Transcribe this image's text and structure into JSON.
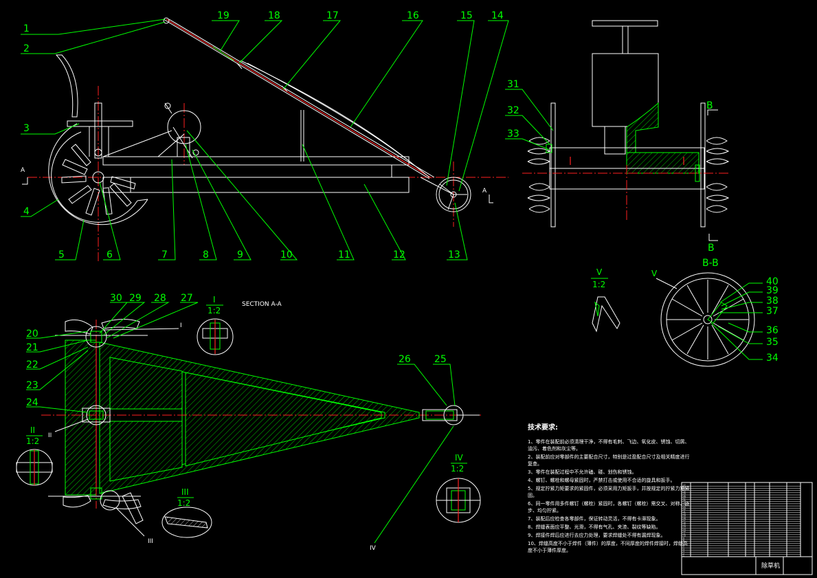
{
  "side_view": {
    "balloons": [
      "1",
      "2",
      "3",
      "4",
      "5",
      "6",
      "7",
      "8",
      "9",
      "10",
      "11",
      "12",
      "13",
      "14",
      "15",
      "16",
      "17",
      "18",
      "19"
    ],
    "section_mark_left": "A",
    "section_mark_right": "A"
  },
  "end_view": {
    "balloons": [
      "31",
      "32",
      "33"
    ],
    "section_top": "B",
    "section_bottom": "B"
  },
  "section_bb": {
    "title": "B-B",
    "view_mark": "V",
    "balloons": [
      "40",
      "39",
      "38",
      "37",
      "36",
      "35",
      "34"
    ]
  },
  "detail_v": {
    "label": "V",
    "scale": "1:2"
  },
  "plan_view": {
    "title": "SECTION A-A",
    "balloons": [
      "30",
      "29",
      "28",
      "27",
      "20",
      "21",
      "22",
      "23",
      "24",
      "26",
      "25"
    ],
    "view_marks": [
      "I",
      "II",
      "III",
      "IV"
    ]
  },
  "detail_i": {
    "label": "I",
    "scale": "1:2"
  },
  "detail_ii": {
    "label": "II",
    "scale": "1:2"
  },
  "detail_iii": {
    "label": "III",
    "scale": "1:2"
  },
  "detail_iv": {
    "label": "IV",
    "scale": "1:2"
  },
  "tech_req": {
    "title": "技术要求:",
    "items": [
      "1、零件在装配前必须清理干净，不得有毛刺、飞边、氧化皮、锈蚀、切屑、油污、着色剂和灰尘等。",
      "2、装配前应对零部件的主要配合尺寸，特别是过盈配合尺寸及相关精度进行复查。",
      "3、零件在装配过程中不允许磕、碰、划伤和锈蚀。",
      "4、螺钉、螺栓和螺母紧固时，严禁打击或使用不合适的旋具和扳手。",
      "5、规定拧紧力矩要求的紧固件，必须采用力矩扳手，并按规定的拧紧力矩紧固。",
      "6、同一零件用多件螺钉（螺栓）紧固时，各螺钉（螺栓）需交叉、对称、逐步、均匀拧紧。",
      "7、装配后应检查各零部件，保证转动灵活，不得有卡滞现象。",
      "8、焊缝表面应平整、光滑，不得有气孔、夹渣、裂纹等缺陷。",
      "9、焊接件焊后应进行去应力处理，要求焊缝处不得有漏焊现象。",
      "10、焊缝高度不小于焊件（薄件）的厚度，不同厚度的焊件焊接时，焊缝高度不小于薄件厚度。"
    ]
  },
  "title_block": {
    "drawing_name": "除草机",
    "rows": [
      "33",
      "32",
      "31",
      "30",
      "29",
      "28",
      "27",
      "26",
      "25",
      "24",
      "23",
      "22",
      "21",
      "20",
      "19",
      "18",
      "17",
      "16",
      "15",
      "14",
      "13",
      "12",
      "11",
      "10",
      "9",
      "8",
      "7",
      "6",
      "5",
      "4",
      "3",
      "2",
      "1"
    ]
  }
}
